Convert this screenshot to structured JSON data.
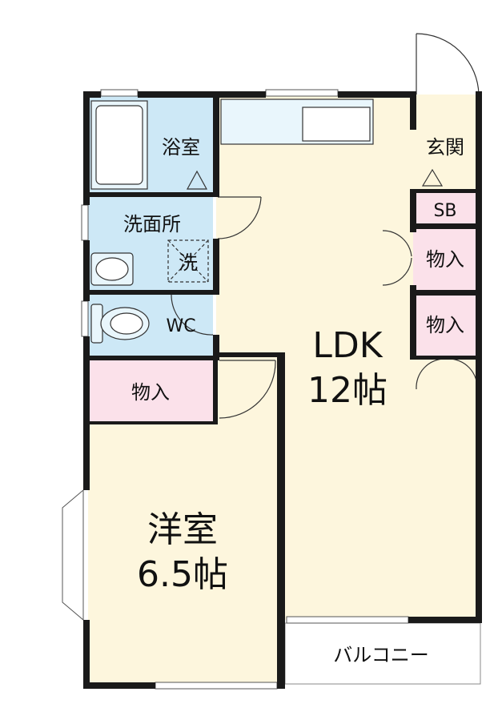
{
  "rooms": {
    "bath": "浴室",
    "washroom": "洗面所",
    "washer": "洗",
    "wc": "WC",
    "entrance": "玄関",
    "shoe_box": "SB",
    "storage_1": "物入",
    "storage_2": "物入",
    "storage_3": "物入",
    "ldk_name": "LDK",
    "ldk_size": "12帖",
    "western_name": "洋室",
    "western_size": "6.5帖",
    "balcony": "バルコニー"
  },
  "colors": {
    "wall": "#1a1a1a",
    "wet_area": "#cde8f6",
    "wet_fixture": "#e9f6fc",
    "living_floor": "#fdf6dd",
    "storage": "#fbe1ea",
    "balcony": "#ffffff"
  }
}
